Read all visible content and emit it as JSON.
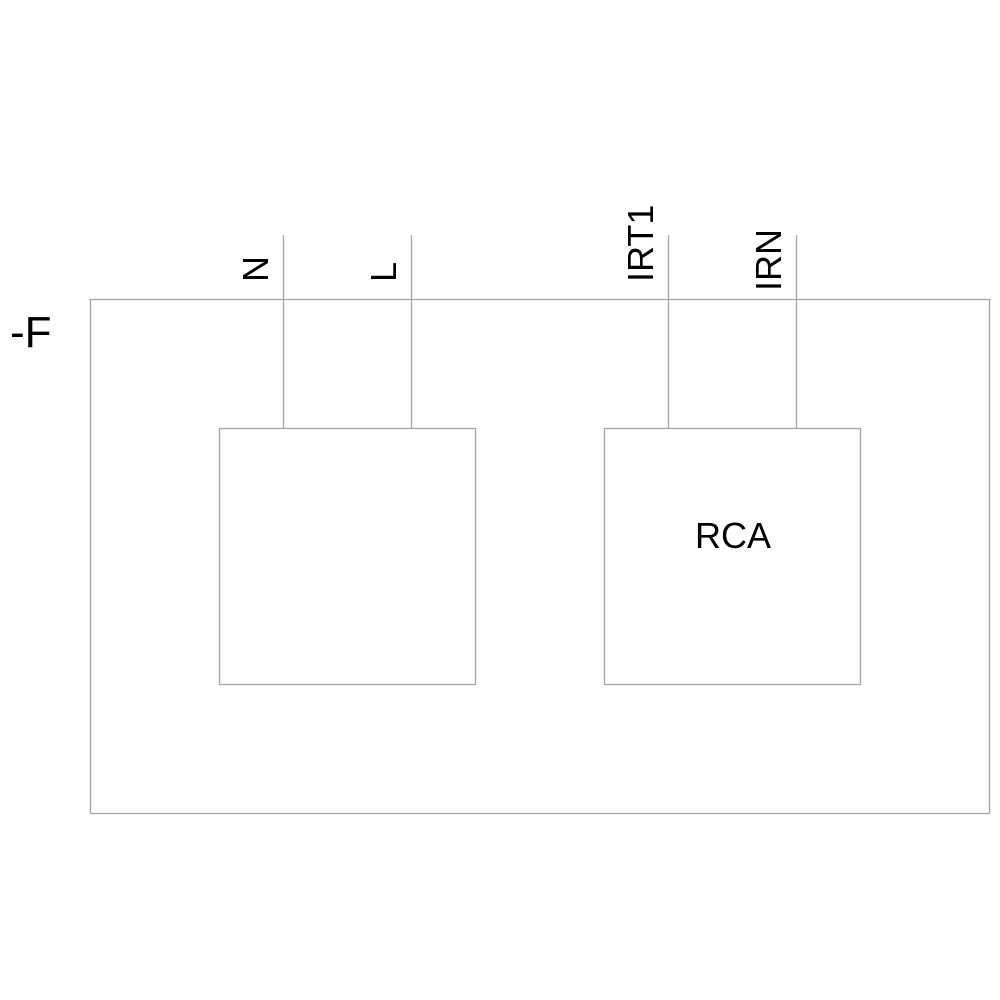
{
  "device": {
    "designation": "-F",
    "line_color": "#a6a6a6",
    "text_color": "#000000"
  },
  "blocks": [
    {
      "label": ""
    },
    {
      "label": "RCA"
    }
  ],
  "terminals": [
    {
      "label": "N"
    },
    {
      "label": "L"
    },
    {
      "label": "IRT1"
    },
    {
      "label": "IRN"
    }
  ]
}
